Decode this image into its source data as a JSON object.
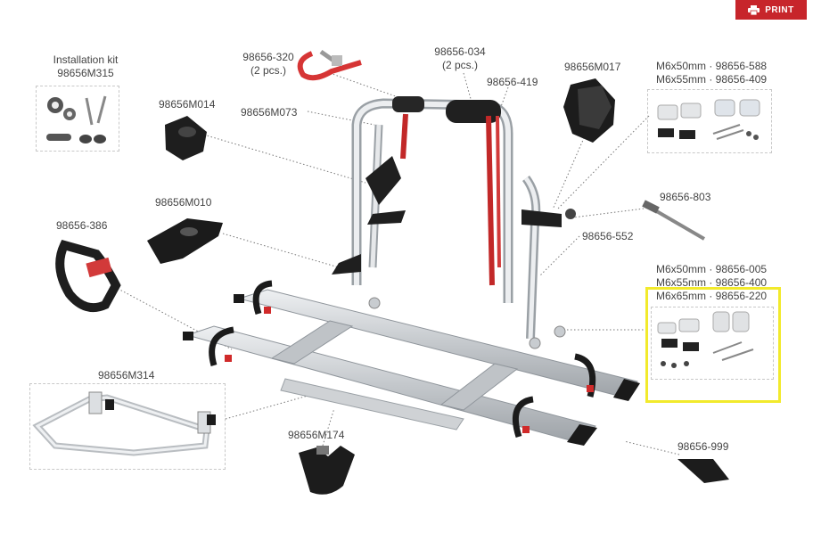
{
  "toolbar": {
    "print_label": "PRINT",
    "print_icon": "printer-icon"
  },
  "parts": {
    "installation_kit_title": "Installation kit",
    "installation_kit_code": "98656M315",
    "p98656_320": "98656-320",
    "p98656_320_qty": "(2 pcs.)",
    "p98656_034": "98656-034",
    "p98656_034_qty": "(2 pcs.)",
    "p98656_419": "98656-419",
    "p98656M017": "98656M017",
    "p98656M014": "98656M014",
    "p98656M073": "98656M073",
    "p98656M010": "98656M010",
    "p98656_386": "98656-386",
    "p98656_803": "98656-803",
    "p98656_552": "98656-552",
    "p98656M314": "98656M314",
    "p98656M174": "98656M174",
    "p98656_999": "98656-999",
    "screws_set_1": [
      "M6x50mm · 98656-588",
      "M6x55mm · 98656-409"
    ],
    "screws_set_2": [
      "M6x50mm · 98656-005",
      "M6x55mm · 98656-400",
      "M6x65mm · 98656-220"
    ]
  },
  "colors": {
    "print_button": "#c7252b",
    "highlight": "#f2ea2c",
    "strap_red": "#d02a2a",
    "rail_silver": "#c9ccd0",
    "plastic_black": "#1e1e1e"
  }
}
